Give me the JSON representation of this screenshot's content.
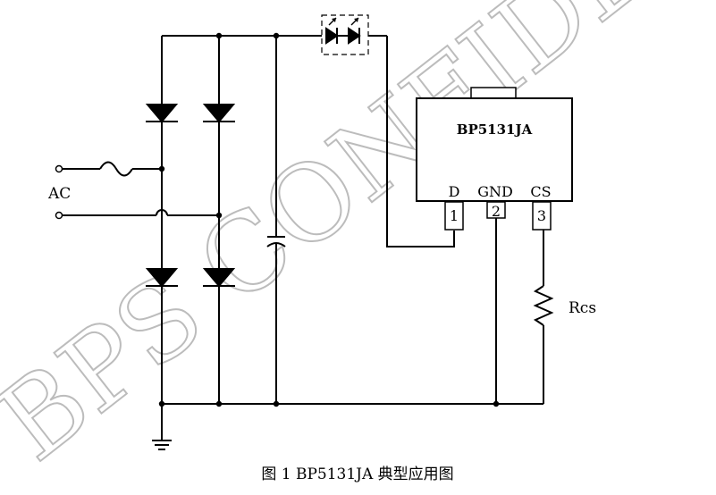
{
  "watermark": "BPS CONFIDENTIAL",
  "labels": {
    "ac": "AC",
    "chip_name": "BP5131JA",
    "pin_d": "D",
    "pin_gnd": "GND",
    "pin_cs": "CS",
    "pin_1": "1",
    "pin_2": "2",
    "pin_3": "3",
    "rcs": "Rcs"
  },
  "caption": "图 1 BP5131JA 典型应用图"
}
